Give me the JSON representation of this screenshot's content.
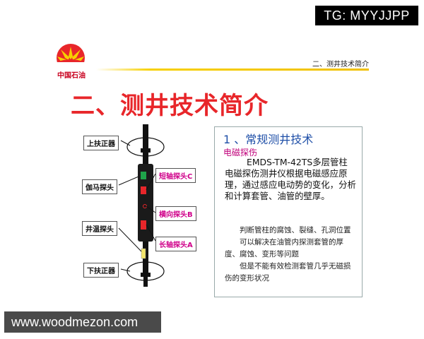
{
  "overlay": {
    "tg": "TG: MYYJJPP",
    "site": "www.woodmezon.com"
  },
  "header": {
    "company": "中国石油",
    "section": "二、测井技术简介"
  },
  "title": "二、测井技术简介",
  "diagram": {
    "labels": {
      "upper_centralizer": "上扶正器",
      "gamma_probe": "伽马探头",
      "temperature_probe": "井温探头",
      "lower_centralizer": "下扶正器",
      "short_axis_probe": "短轴探头C",
      "transverse_probe": "横向探头B",
      "long_axis_probe": "长轴探头A"
    }
  },
  "description": {
    "heading": "1 、常规测井技术",
    "subheading": "电磁探伤",
    "body": "EMDS-TM-42TS多层管柱电磁探伤测井仪根据电磁感应原理，通过感应电动势的变化，分析和计算套管、油管的壁厚。",
    "notes": [
      "判断管柱的腐蚀、裂缝、孔洞位置",
      "可以解决在油管内探测套管的厚度、腐蚀、变形等问题",
      "但是不能有效检测套管几乎无磁损伤的变形状况"
    ]
  },
  "colors": {
    "title": "#e8262a",
    "accent": "#f7d000",
    "heading": "#2050a8",
    "pink": "#d0008a"
  }
}
